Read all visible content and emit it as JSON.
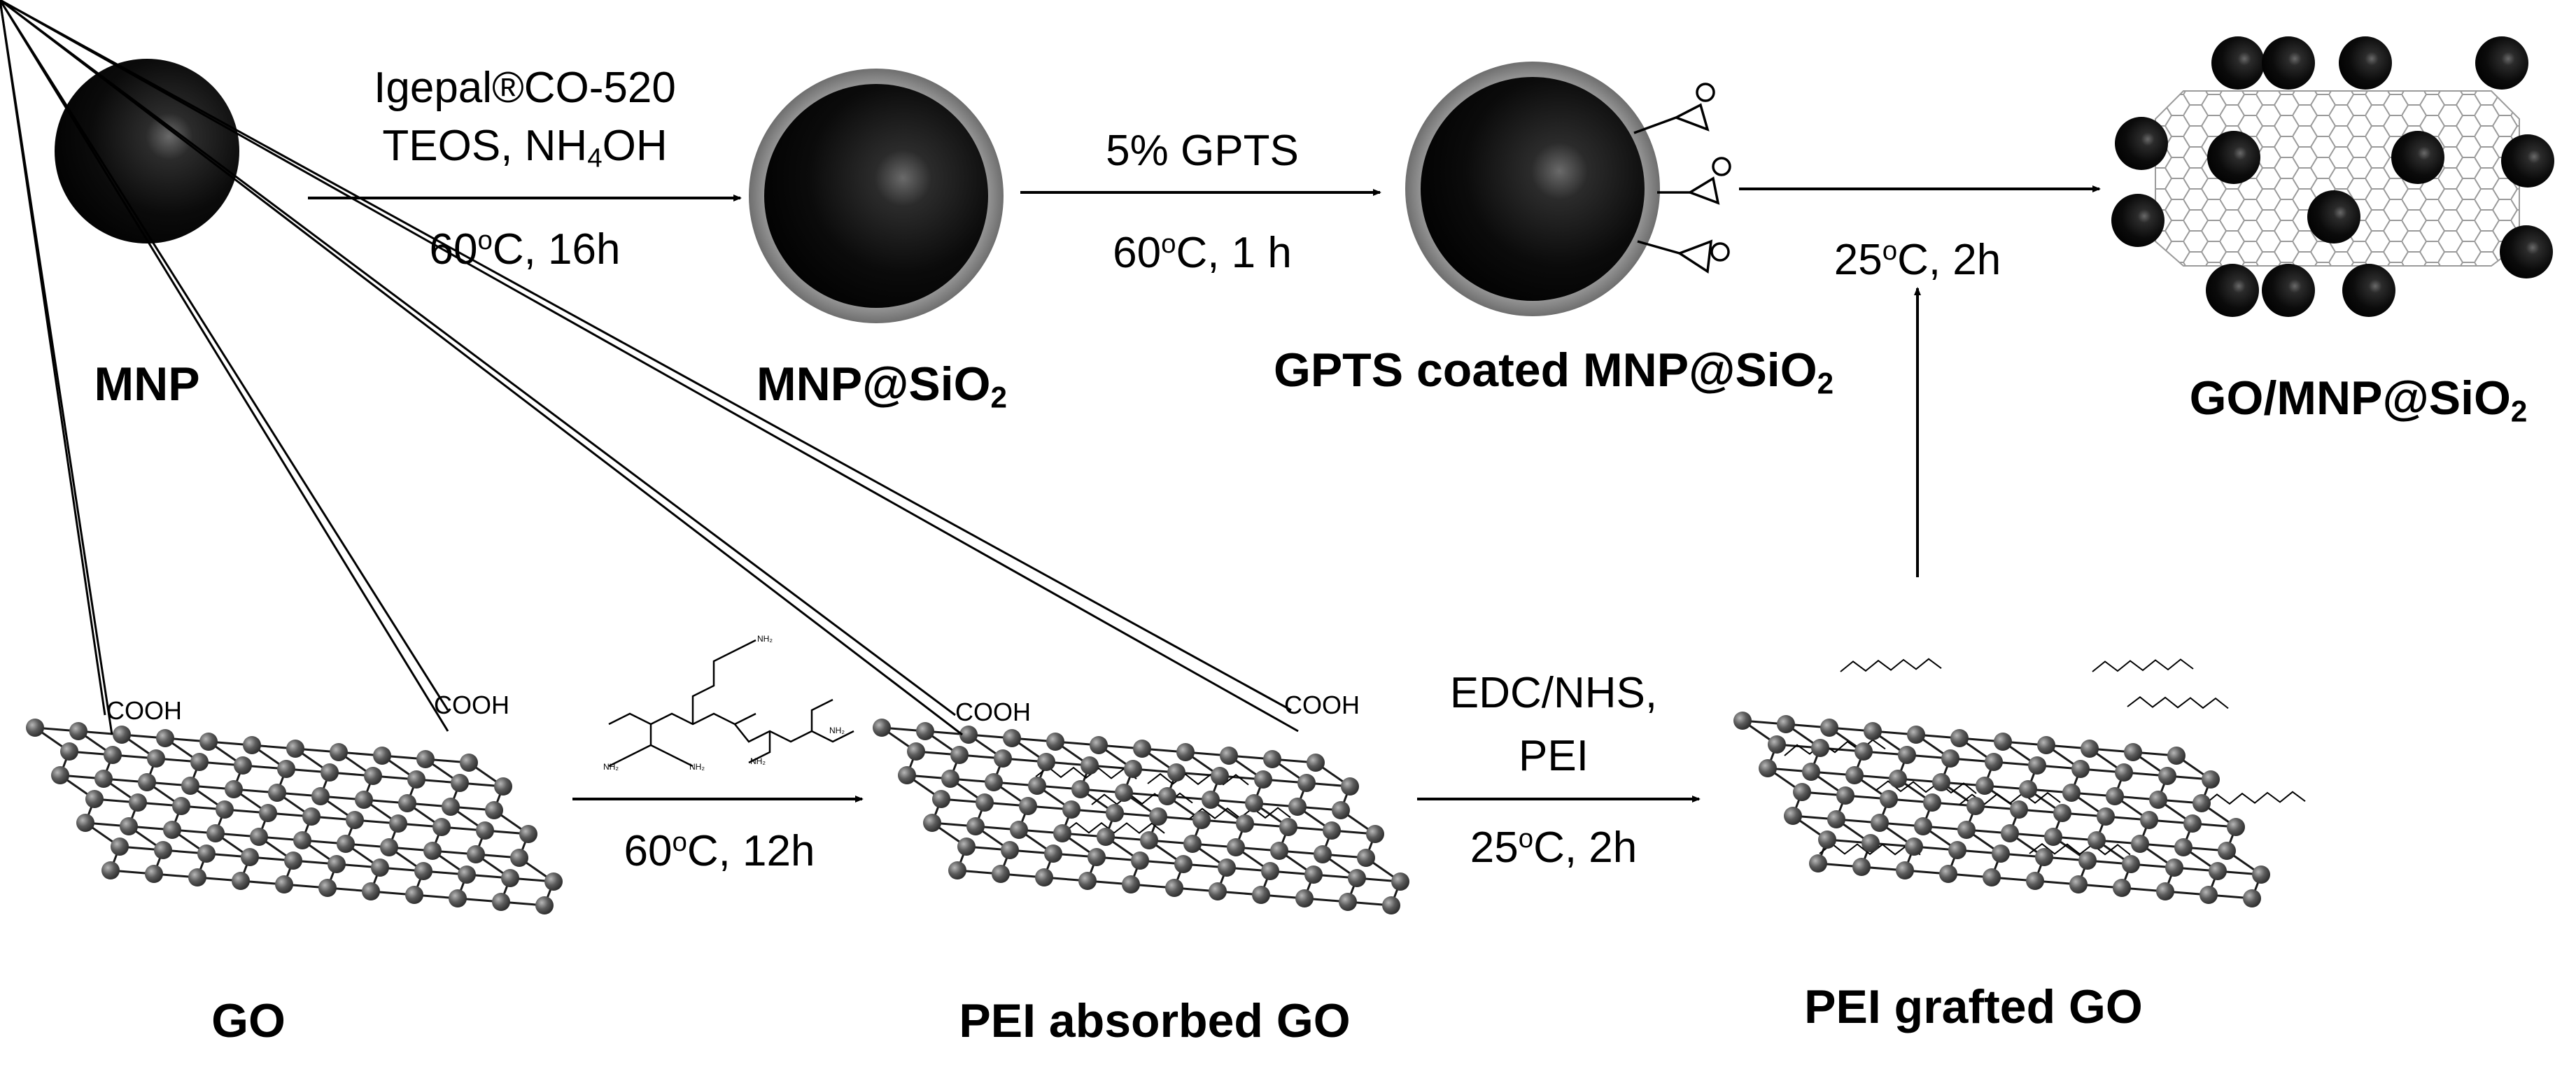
{
  "top_row": {
    "mnp": {
      "label": "MNP"
    },
    "step1": {
      "reagent_line1": "Igepal®CO-520",
      "reagent_line2_a": "TEOS, NH",
      "reagent_line2_sub": "4",
      "reagent_line2_b": "OH",
      "temp_a": "60",
      "temp_sup": "o",
      "temp_b": "C, 16h"
    },
    "mnp_sio2": {
      "label_a": "MNP@SiO",
      "label_sub": "2"
    },
    "step2": {
      "reagent": "5% GPTS",
      "temp_a": "60",
      "temp_sup": "o",
      "temp_b": "C, 1 h"
    },
    "gpts_mnp": {
      "label_a": "GPTS coated MNP@SiO",
      "label_sub": "2"
    },
    "step3": {
      "temp_a": "25",
      "temp_sup": "o",
      "temp_b": "C, 2h"
    },
    "product": {
      "label_a": "GO/MNP@SiO",
      "label_sub": "2"
    }
  },
  "bottom_row": {
    "go": {
      "label": "GO",
      "cooh_left": "COOH",
      "cooh_right": "COOH"
    },
    "step4": {
      "temp_a": "60",
      "temp_sup": "o",
      "temp_b": "C, 12h",
      "pei_structure": "PEI"
    },
    "pei_absorbed": {
      "label": "PEI absorbed GO",
      "cooh_left": "COOH",
      "cooh_right": "COOH"
    },
    "step5": {
      "reagent_line1": "EDC/NHS,",
      "reagent_line2": "PEI",
      "temp_a": "25",
      "temp_sup": "o",
      "temp_b": "C, 2h"
    },
    "pei_grafted": {
      "label": "PEI grafted GO"
    }
  },
  "colors": {
    "sphere": "#0d0d0d",
    "silica_shell": "#8a8a8a",
    "graphene_atom": "#5a5a5a",
    "bond": "#1a1a1a"
  }
}
